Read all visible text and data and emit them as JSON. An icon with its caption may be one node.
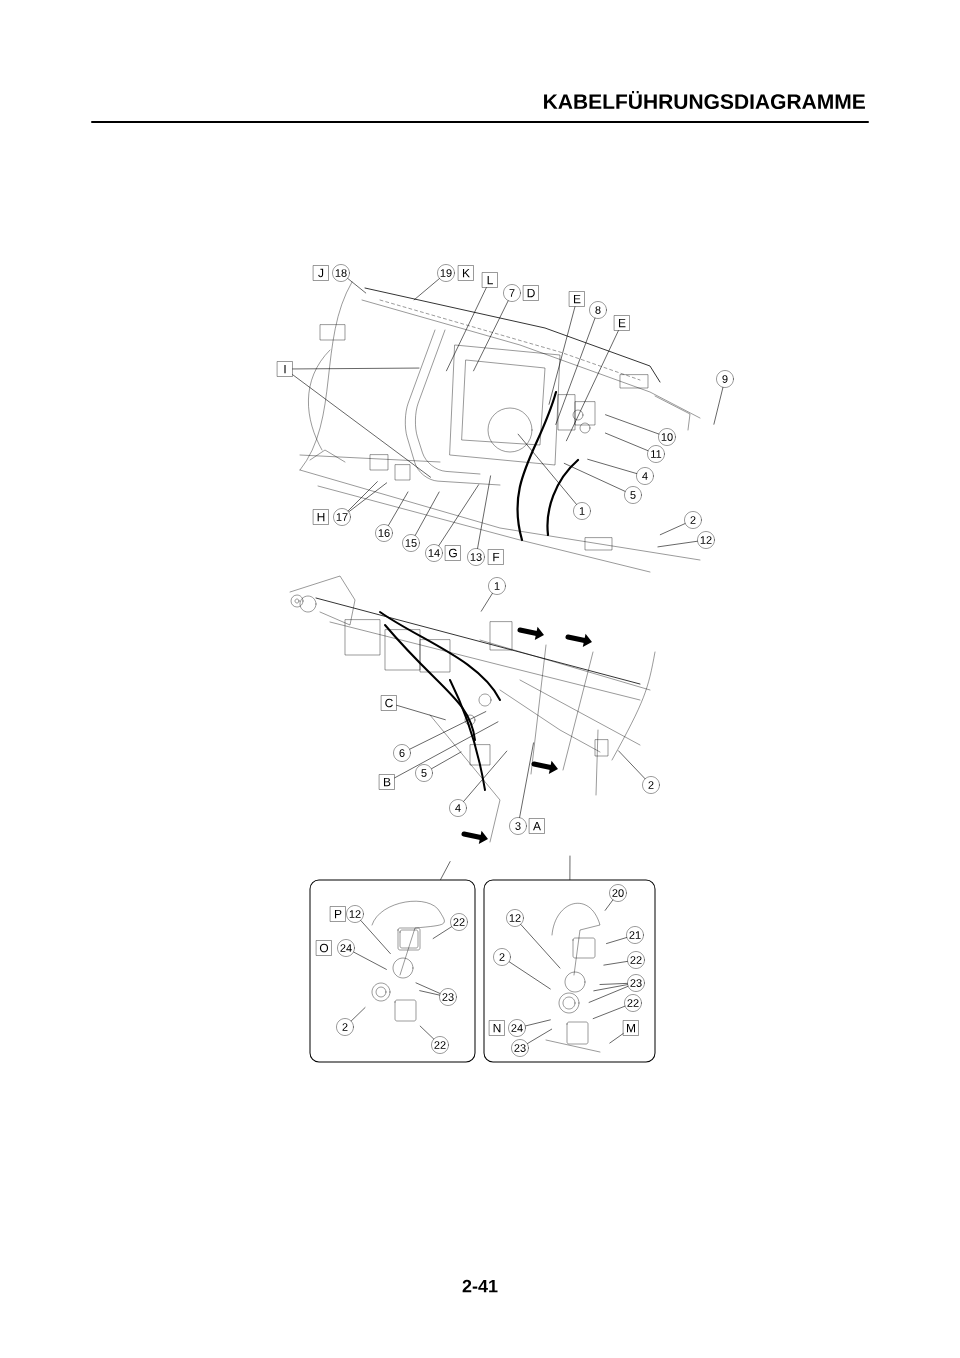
{
  "diagram": {
    "title": "KABELFÜHRUNGSDIAGRAMME",
    "nodes": [
      {
        "text": [
          "J"
        ]
      },
      {
        "text": [
          "18"
        ]
      },
      {
        "text": [
          "19"
        ]
      },
      {
        "text": [
          "K"
        ]
      },
      {
        "text": [
          "L"
        ]
      },
      {
        "text": [
          "7"
        ]
      },
      {
        "text": [
          "D"
        ]
      },
      {
        "text": [
          "E"
        ]
      },
      {
        "text": [
          "8"
        ]
      },
      {
        "text": [
          "E"
        ]
      },
      {
        "text": [
          "I"
        ]
      },
      {
        "text": [
          "9"
        ]
      },
      {
        "text": [
          "10"
        ]
      },
      {
        "text": [
          "11"
        ]
      },
      {
        "text": [
          "4"
        ]
      },
      {
        "text": [
          "5"
        ]
      },
      {
        "text": [
          "1"
        ]
      },
      {
        "text": [
          "2"
        ]
      },
      {
        "text": [
          "12"
        ]
      },
      {
        "text": [
          "H"
        ]
      },
      {
        "text": [
          "17"
        ]
      },
      {
        "text": [
          "16"
        ]
      },
      {
        "text": [
          "15"
        ]
      },
      {
        "text": [
          "14"
        ]
      },
      {
        "text": [
          "G"
        ]
      },
      {
        "text": [
          "13"
        ]
      },
      {
        "text": [
          "F"
        ]
      },
      {
        "text": [
          "1"
        ]
      },
      {
        "text": [
          "C"
        ]
      },
      {
        "text": [
          "6"
        ]
      },
      {
        "text": [
          "B"
        ]
      },
      {
        "text": [
          "5"
        ]
      },
      {
        "text": [
          "4"
        ]
      },
      {
        "text": [
          "3"
        ]
      },
      {
        "text": [
          "A"
        ]
      },
      {
        "text": [
          "2"
        ]
      },
      {
        "text": [],
        "shape": "box"
      },
      {
        "text": [],
        "shape": "box"
      },
      {
        "text": [
          "P"
        ],
        "in": 36
      },
      {
        "text": [
          "12"
        ],
        "in": 36
      },
      {
        "text": [
          "O"
        ],
        "in": 36
      },
      {
        "text": [
          "24"
        ],
        "in": 36
      },
      {
        "text": [
          "22"
        ],
        "in": 36
      },
      {
        "text": [
          "23"
        ],
        "in": 36
      },
      {
        "text": [
          "2"
        ],
        "in": 36
      },
      {
        "text": [
          "22"
        ],
        "in": 36
      },
      {
        "text": [
          "20"
        ],
        "in": 37
      },
      {
        "text": [
          "12"
        ],
        "in": 37
      },
      {
        "text": [
          "21"
        ],
        "in": 37
      },
      {
        "text": [
          "2"
        ],
        "in": 37
      },
      {
        "text": [
          "22"
        ],
        "in": 37
      },
      {
        "text": [
          "23"
        ],
        "in": 37
      },
      {
        "text": [
          "22"
        ],
        "in": 37
      },
      {
        "text": [
          "M"
        ],
        "in": 37
      },
      {
        "text": [
          "N"
        ],
        "in": 37
      },
      {
        "text": [
          "24"
        ],
        "in": 37
      },
      {
        "text": [
          "23"
        ],
        "in": 37
      }
    ],
    "edges": [
      {
        "from": 1,
        "to": null,
        "arrow": "none"
      },
      {
        "from": 2,
        "to": null,
        "arrow": "none"
      },
      {
        "from": 4,
        "to": null,
        "arrow": "none"
      },
      {
        "from": 5,
        "to": null,
        "arrow": "none"
      },
      {
        "from": 7,
        "to": null,
        "arrow": "none"
      },
      {
        "from": 8,
        "to": null,
        "arrow": "none"
      },
      {
        "from": 9,
        "to": null,
        "arrow": "none"
      },
      {
        "from": 10,
        "to": null,
        "arrow": "none"
      },
      {
        "from": 10,
        "to": null,
        "arrow": "none"
      },
      {
        "from": 11,
        "to": null,
        "arrow": "none"
      },
      {
        "from": 12,
        "to": null,
        "arrow": "none"
      },
      {
        "from": 13,
        "to": null,
        "arrow": "none"
      },
      {
        "from": 14,
        "to": null,
        "arrow": "none"
      },
      {
        "from": 15,
        "to": null,
        "arrow": "none"
      },
      {
        "from": 16,
        "to": null,
        "arrow": "none"
      },
      {
        "from": 17,
        "to": null,
        "arrow": "none"
      },
      {
        "from": 18,
        "to": null,
        "arrow": "none"
      },
      {
        "from": 20,
        "to": null,
        "arrow": "none"
      },
      {
        "from": 20,
        "to": null,
        "arrow": "none"
      },
      {
        "from": 21,
        "to": null,
        "arrow": "none"
      },
      {
        "from": 22,
        "to": null,
        "arrow": "none"
      },
      {
        "from": 23,
        "to": null,
        "arrow": "none"
      },
      {
        "from": 25,
        "to": null,
        "arrow": "none"
      },
      {
        "from": 27,
        "to": null,
        "arrow": "none"
      },
      {
        "from": 28,
        "to": null,
        "arrow": "none"
      },
      {
        "from": 29,
        "to": null,
        "arrow": "none"
      },
      {
        "from": 30,
        "to": null,
        "arrow": "none"
      },
      {
        "from": 31,
        "to": null,
        "arrow": "none"
      },
      {
        "from": 32,
        "to": null,
        "arrow": "none"
      },
      {
        "from": 33,
        "to": null,
        "arrow": "none"
      },
      {
        "from": 35,
        "to": null,
        "arrow": "none"
      },
      {
        "from": null,
        "to": 36,
        "arrow": "none"
      },
      {
        "from": null,
        "to": 37,
        "arrow": "none"
      },
      {
        "from": 39,
        "to": null,
        "arrow": "none"
      },
      {
        "from": 41,
        "to": null,
        "arrow": "none"
      },
      {
        "from": 42,
        "to": null,
        "arrow": "none"
      },
      {
        "from": 43,
        "to": null,
        "arrow": "none"
      },
      {
        "from": 43,
        "to": null,
        "arrow": "none"
      },
      {
        "from": 44,
        "to": null,
        "arrow": "none"
      },
      {
        "from": 45,
        "to": null,
        "arrow": "none"
      },
      {
        "from": 46,
        "to": null,
        "arrow": "none"
      },
      {
        "from": 47,
        "to": null,
        "arrow": "none"
      },
      {
        "from": 48,
        "to": null,
        "arrow": "none"
      },
      {
        "from": 49,
        "to": null,
        "arrow": "none"
      },
      {
        "from": 50,
        "to": null,
        "arrow": "none"
      },
      {
        "from": 51,
        "to": null,
        "arrow": "none"
      },
      {
        "from": 51,
        "to": null,
        "arrow": "none"
      },
      {
        "from": 51,
        "to": null,
        "arrow": "none"
      },
      {
        "from": 52,
        "to": null,
        "arrow": "none"
      },
      {
        "from": 53,
        "to": null,
        "arrow": "none"
      },
      {
        "from": 55,
        "to": null,
        "arrow": "none"
      },
      {
        "from": 56,
        "to": null,
        "arrow": "none"
      }
    ],
    "labels": [
      "2-41"
    ]
  }
}
